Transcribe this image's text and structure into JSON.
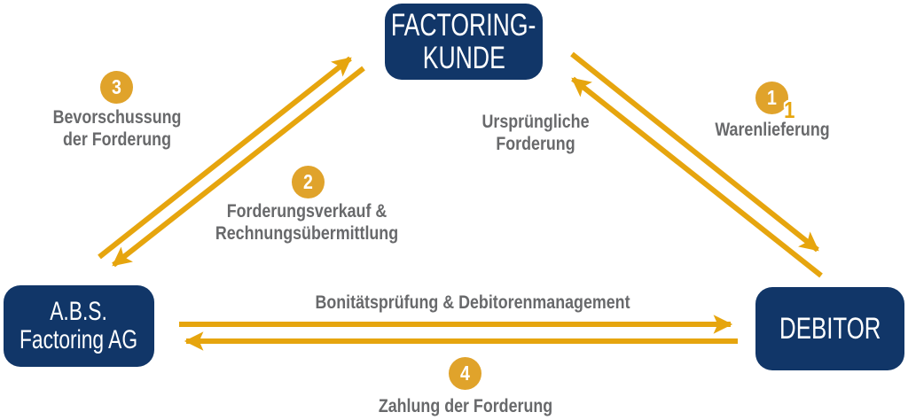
{
  "colors": {
    "background": "#FFFFFF",
    "node_bg": "#113668",
    "node_text": "#FFFFFF",
    "arrow": "#E6A50E",
    "step_circle_bg": "#E0A32B",
    "step_circle_text": "#FFFFFF",
    "flow_label_text": "#68696B"
  },
  "nodes": {
    "factoring_kunde": {
      "line1": "FACTORING-",
      "line2": "KUNDE"
    },
    "abs_factoring_ag": {
      "line1": "A.B.S.",
      "line2": "Factoring AG"
    },
    "debitor": {
      "line1": "DEBITOR"
    }
  },
  "steps": {
    "step1": {
      "number": "1",
      "line1": "Warenlieferung",
      "from": "Factoring-Kunde",
      "to": "Debitor"
    },
    "step2": {
      "number": "2",
      "line1": "Forderungsverkauf &",
      "line2": "Rechnungsübermittlung",
      "from": "Factoring-Kunde",
      "to": "A.B.S. Factoring AG"
    },
    "step3": {
      "number": "3",
      "line1": "Bevorschussung",
      "line2": "der Forderung",
      "from": "A.B.S. Factoring AG",
      "to": "Factoring-Kunde"
    },
    "step4": {
      "number": "4",
      "line1": "Zahlung der Forderung",
      "from": "Debitor",
      "to": "A.B.S. Factoring AG"
    }
  },
  "flows": {
    "urspruengliche_forderung": {
      "line1": "Ursprüngliche",
      "line2": "Forderung",
      "from": "Debitor",
      "to": "Factoring-Kunde"
    },
    "bonitaetspruefung": {
      "line1": "Bonitätsprüfung & Debitorenmanagement",
      "from": "A.B.S. Factoring AG",
      "to": "Debitor"
    }
  },
  "artifacts": {
    "stray_digit": "1"
  }
}
